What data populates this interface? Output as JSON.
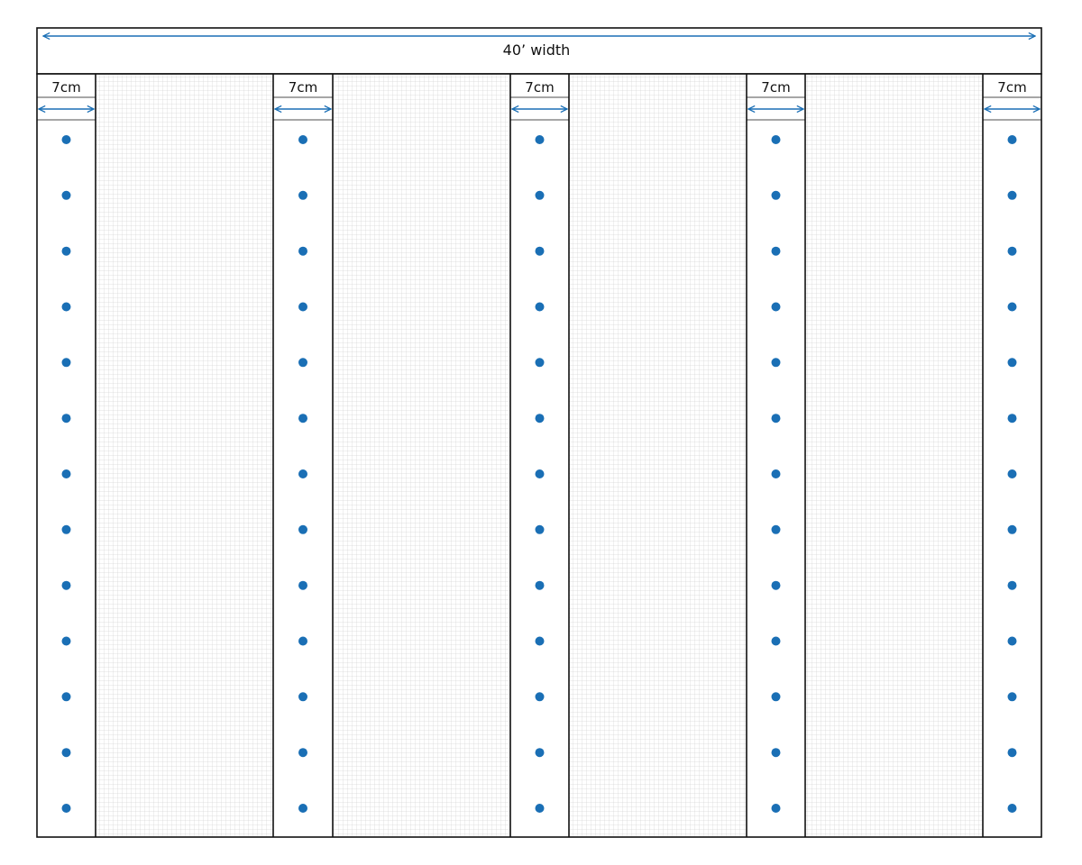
{
  "width_label": "40’ width",
  "strip_label": "7cm",
  "strip_count": 5,
  "dots_per_strip": 13,
  "colors": {
    "accent": "#1a6fb5",
    "line": "#111111",
    "grid": "#d6d6d6",
    "background": "#ffffff"
  }
}
